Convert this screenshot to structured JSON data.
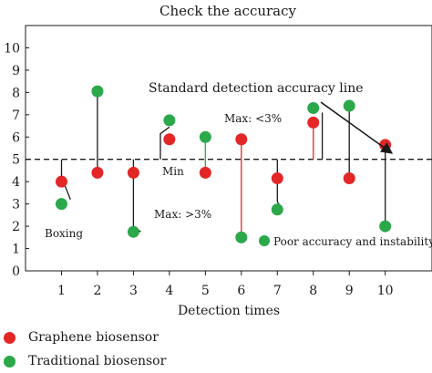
{
  "chart_data": {
    "type": "scatter",
    "title": "Check the accuracy",
    "xlabel": "Detection times",
    "ylabel": "",
    "xlim": [
      0,
      11.3
    ],
    "ylim": [
      0,
      11
    ],
    "x_ticks": [
      "1",
      "2",
      "3",
      "4",
      "5",
      "6",
      "7",
      "8",
      "9",
      "10"
    ],
    "y_ticks": [
      "0",
      "1",
      "2",
      "3",
      "4",
      "5",
      "6",
      "7",
      "8",
      "9",
      "10"
    ],
    "standard_line": {
      "value": 5,
      "label": "Standard detection accuracy line"
    },
    "series": [
      {
        "name": "Graphene biosensor",
        "color": "#e32626",
        "x": [
          1,
          2,
          3,
          4,
          5,
          6,
          7,
          8,
          9,
          10
        ],
        "y": [
          4.0,
          4.4,
          4.4,
          5.9,
          4.4,
          5.9,
          4.15,
          6.65,
          4.15,
          5.65
        ]
      },
      {
        "name": "Traditional biosensor",
        "color": "#2aa84a",
        "x": [
          1,
          2,
          3,
          4,
          5,
          6,
          7,
          8,
          9,
          10
        ],
        "y": [
          3.0,
          8.05,
          1.75,
          6.75,
          6.0,
          1.5,
          2.75,
          7.3,
          7.4,
          2.0
        ]
      }
    ],
    "annotations": [
      {
        "text": "Boxing"
      },
      {
        "text": "Min"
      },
      {
        "text": "Max: >3%"
      },
      {
        "text": "Max: <3%"
      },
      {
        "text": "Poor accuracy and instability",
        "marker_color": "#2aa84a"
      }
    ],
    "grid": false,
    "legend": "bottom-left"
  },
  "connectors": [
    {
      "color": "#1a1a1a",
      "points": [
        [
          1,
          5
        ],
        [
          1,
          4.2
        ],
        [
          1.25,
          3.2
        ]
      ]
    },
    {
      "color": "#1a1a1a",
      "points": [
        [
          2,
          4.4
        ],
        [
          2,
          8.05
        ]
      ]
    },
    {
      "color": "#1a1a1a",
      "points": [
        [
          3,
          5
        ],
        [
          3,
          2.0
        ],
        [
          3.2,
          1.75
        ]
      ]
    },
    {
      "color": "#1a1a1a",
      "points": [
        [
          3.75,
          5
        ],
        [
          3.75,
          6.15
        ],
        [
          4.0,
          6.45
        ]
      ]
    },
    {
      "color": "#2aa84a",
      "points": [
        [
          5,
          4.4
        ],
        [
          5,
          6.0
        ]
      ]
    },
    {
      "color": "#e32626",
      "points": [
        [
          6,
          1.5
        ],
        [
          6,
          5.9
        ]
      ]
    },
    {
      "color": "#1a1a1a",
      "points": [
        [
          7,
          5
        ],
        [
          7,
          3.1
        ],
        [
          7.1,
          2.85
        ]
      ]
    },
    {
      "color": "#e32626",
      "points": [
        [
          8,
          5
        ],
        [
          8,
          6.65
        ]
      ]
    },
    {
      "color": "#1a1a1a",
      "points": [
        [
          8.25,
          7.1
        ],
        [
          8.25,
          5
        ]
      ]
    },
    {
      "color": "#1a1a1a",
      "points": [
        [
          9,
          4.15
        ],
        [
          9,
          7.4
        ]
      ]
    },
    {
      "color": "#1a1a1a",
      "points": [
        [
          10,
          2.0
        ],
        [
          10,
          5.65
        ]
      ]
    }
  ]
}
